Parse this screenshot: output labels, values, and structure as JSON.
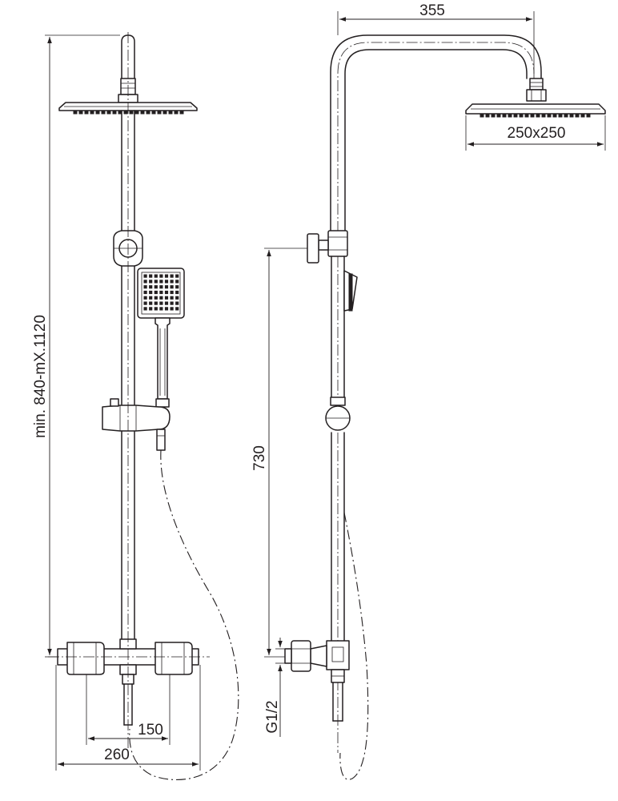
{
  "dimensions": {
    "arm_reach": "355",
    "head_size": "250x250",
    "height_range": "min. 840-mX.1120",
    "outlet_height": "730",
    "thread": "G1/2",
    "inlet_spacing": "150",
    "body_width": "260"
  }
}
